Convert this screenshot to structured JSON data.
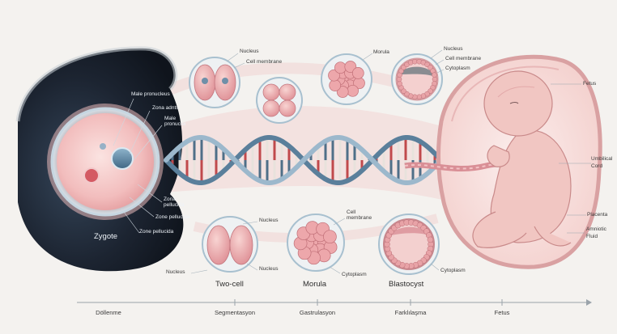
{
  "colors": {
    "background": "#f4f2ef",
    "dark_cavity": "#1c2431",
    "cell_pink": "#e9a3a8",
    "cell_outline": "#7fa3b8",
    "dna_blue": "#5a7f9b",
    "dna_red": "#c0494c",
    "fetus_skin": "#f1c6c2"
  },
  "zygote": {
    "male_pronucleus": "Male pronucleus",
    "zona_left": "Zona adnts",
    "male_pronucleus_2": "Male pronuclei",
    "zona_pellucida_a": "Zona pellucida",
    "zona_pellucida_b": "Zone pellucida",
    "zona_pellucida_c": "Zone pellucida",
    "title": "Zygote"
  },
  "top_row": {
    "nucleus": "Nucleus",
    "cell_membrane": "Cell membrane",
    "morula": "Morula",
    "nucleus2": "Nucleus",
    "cell_membrane2": "Cell membrane",
    "cytoplasm": "Cytoplasm"
  },
  "bottom_row": {
    "nucleus_right": "Nucleus",
    "nucleus_left": "Nucleus",
    "nucleus_bottom": "Nucleus",
    "two_cell": "Two-cell",
    "cell_membrane": "Cell membrane",
    "cytoplasm_morula": "Cytoplasm",
    "morula": "Morula",
    "blastocyst": "Blastocyst",
    "cytoplasm_blast": "Cytoplasm"
  },
  "fetus": {
    "fetus": "Fetus",
    "umbilical_line1": "Umbilical",
    "umbilical_line2": "Cord",
    "placenta": "Placenta",
    "amniotic_line1": "Amniotic",
    "amniotic_line2": "Fluid"
  },
  "timeline": {
    "stages": [
      "Döllenme",
      "Segmentasyon",
      "Gastrulasyon",
      "Farklılaşma",
      "Fetus"
    ]
  }
}
